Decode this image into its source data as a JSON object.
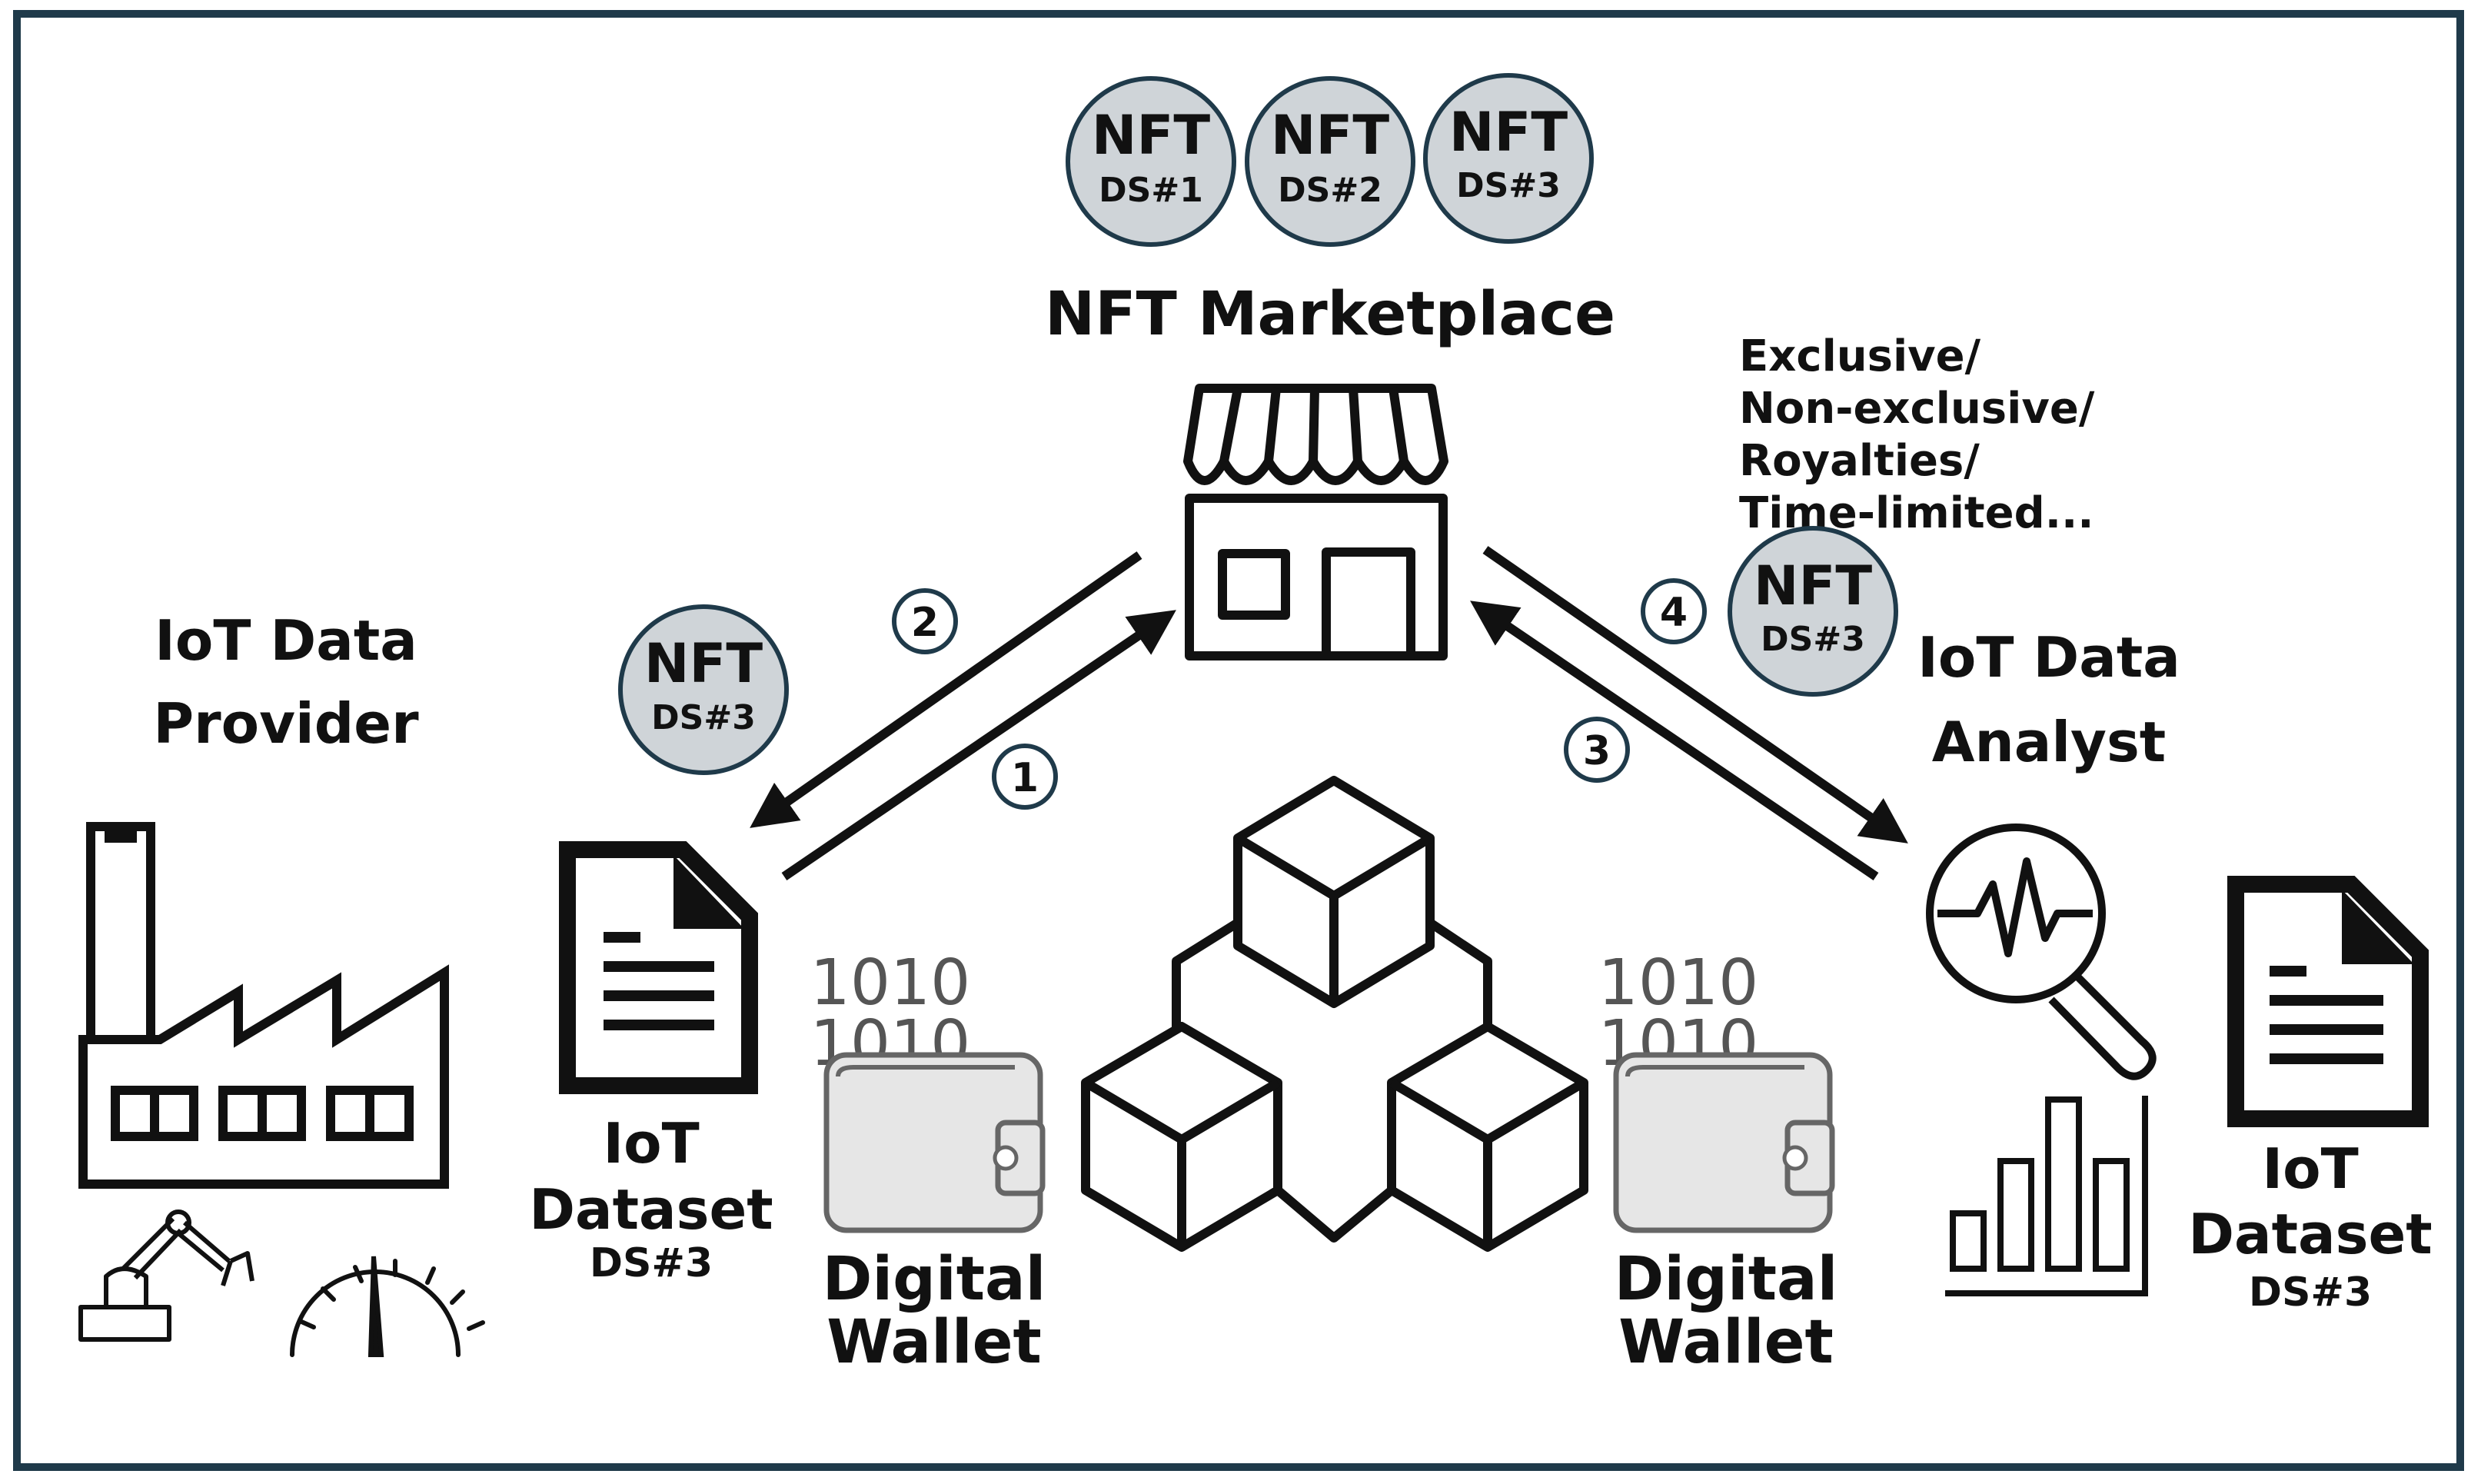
{
  "colors": {
    "frame": "#1f3a4a",
    "ink": "#111111",
    "token_fill": "#cfd4d8",
    "token_stroke": "#1f3a4a",
    "wallet_fill": "#e6e6e6",
    "wallet_stroke": "#666666"
  },
  "marketplace": {
    "label": "NFT Marketplace",
    "tokens": [
      {
        "top": "NFT",
        "bottom": "DS#1"
      },
      {
        "top": "NFT",
        "bottom": "DS#2"
      },
      {
        "top": "NFT",
        "bottom": "DS#3"
      }
    ],
    "icon": "storefront-icon"
  },
  "license_options": {
    "lines": [
      "Exclusive/",
      "Non-exclusive/",
      "Royalties/",
      "Time-limited..."
    ]
  },
  "provider": {
    "label_line1": "IoT Data",
    "label_line2": "Provider",
    "icons": [
      "factory-icon",
      "robot-arm-icon",
      "gauge-icon"
    ],
    "token": {
      "top": "NFT",
      "bottom": "DS#3"
    },
    "dataset": {
      "line1": "IoT",
      "line2": "Dataset",
      "id": "DS#3",
      "icon": "document-icon"
    },
    "wallet": {
      "label_line1": "Digital",
      "label_line2": "Wallet",
      "bits_top": "1010",
      "bits_bottom": "1010",
      "icon": "wallet-icon"
    }
  },
  "analyst": {
    "label_line1": "IoT Data",
    "label_line2": "Analyst",
    "icons": [
      "magnifier-waveform-icon",
      "bar-chart-icon"
    ],
    "token": {
      "top": "NFT",
      "bottom": "DS#3"
    },
    "dataset": {
      "line1": "IoT",
      "line2": "Dataset",
      "id": "DS#3",
      "icon": "document-icon"
    },
    "wallet": {
      "label_line1": "Digital",
      "label_line2": "Wallet",
      "bits_top": "1010",
      "bits_bottom": "1010",
      "icon": "wallet-icon"
    }
  },
  "blockchain": {
    "icon": "blockchain-cubes-icon"
  },
  "steps": [
    {
      "number": "1"
    },
    {
      "number": "2"
    },
    {
      "number": "3"
    },
    {
      "number": "4"
    }
  ]
}
